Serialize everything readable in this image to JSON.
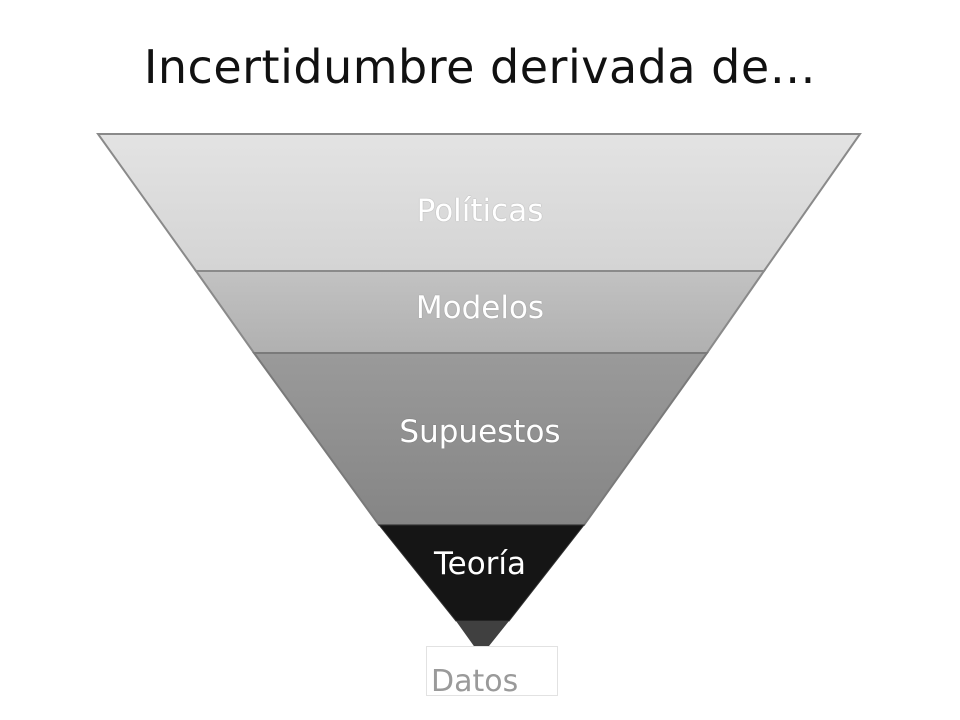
{
  "title": "Incertidumbre derivada de…",
  "layers": [
    {
      "label": "Políticas",
      "color": "#dadada"
    },
    {
      "label": "Modelos",
      "color": "#b8b8b8"
    },
    {
      "label": "Supuestos",
      "color": "#8f8f8f"
    },
    {
      "label": "Teoría",
      "color": "#151515"
    },
    {
      "label": "Datos",
      "color": "#404040"
    }
  ]
}
